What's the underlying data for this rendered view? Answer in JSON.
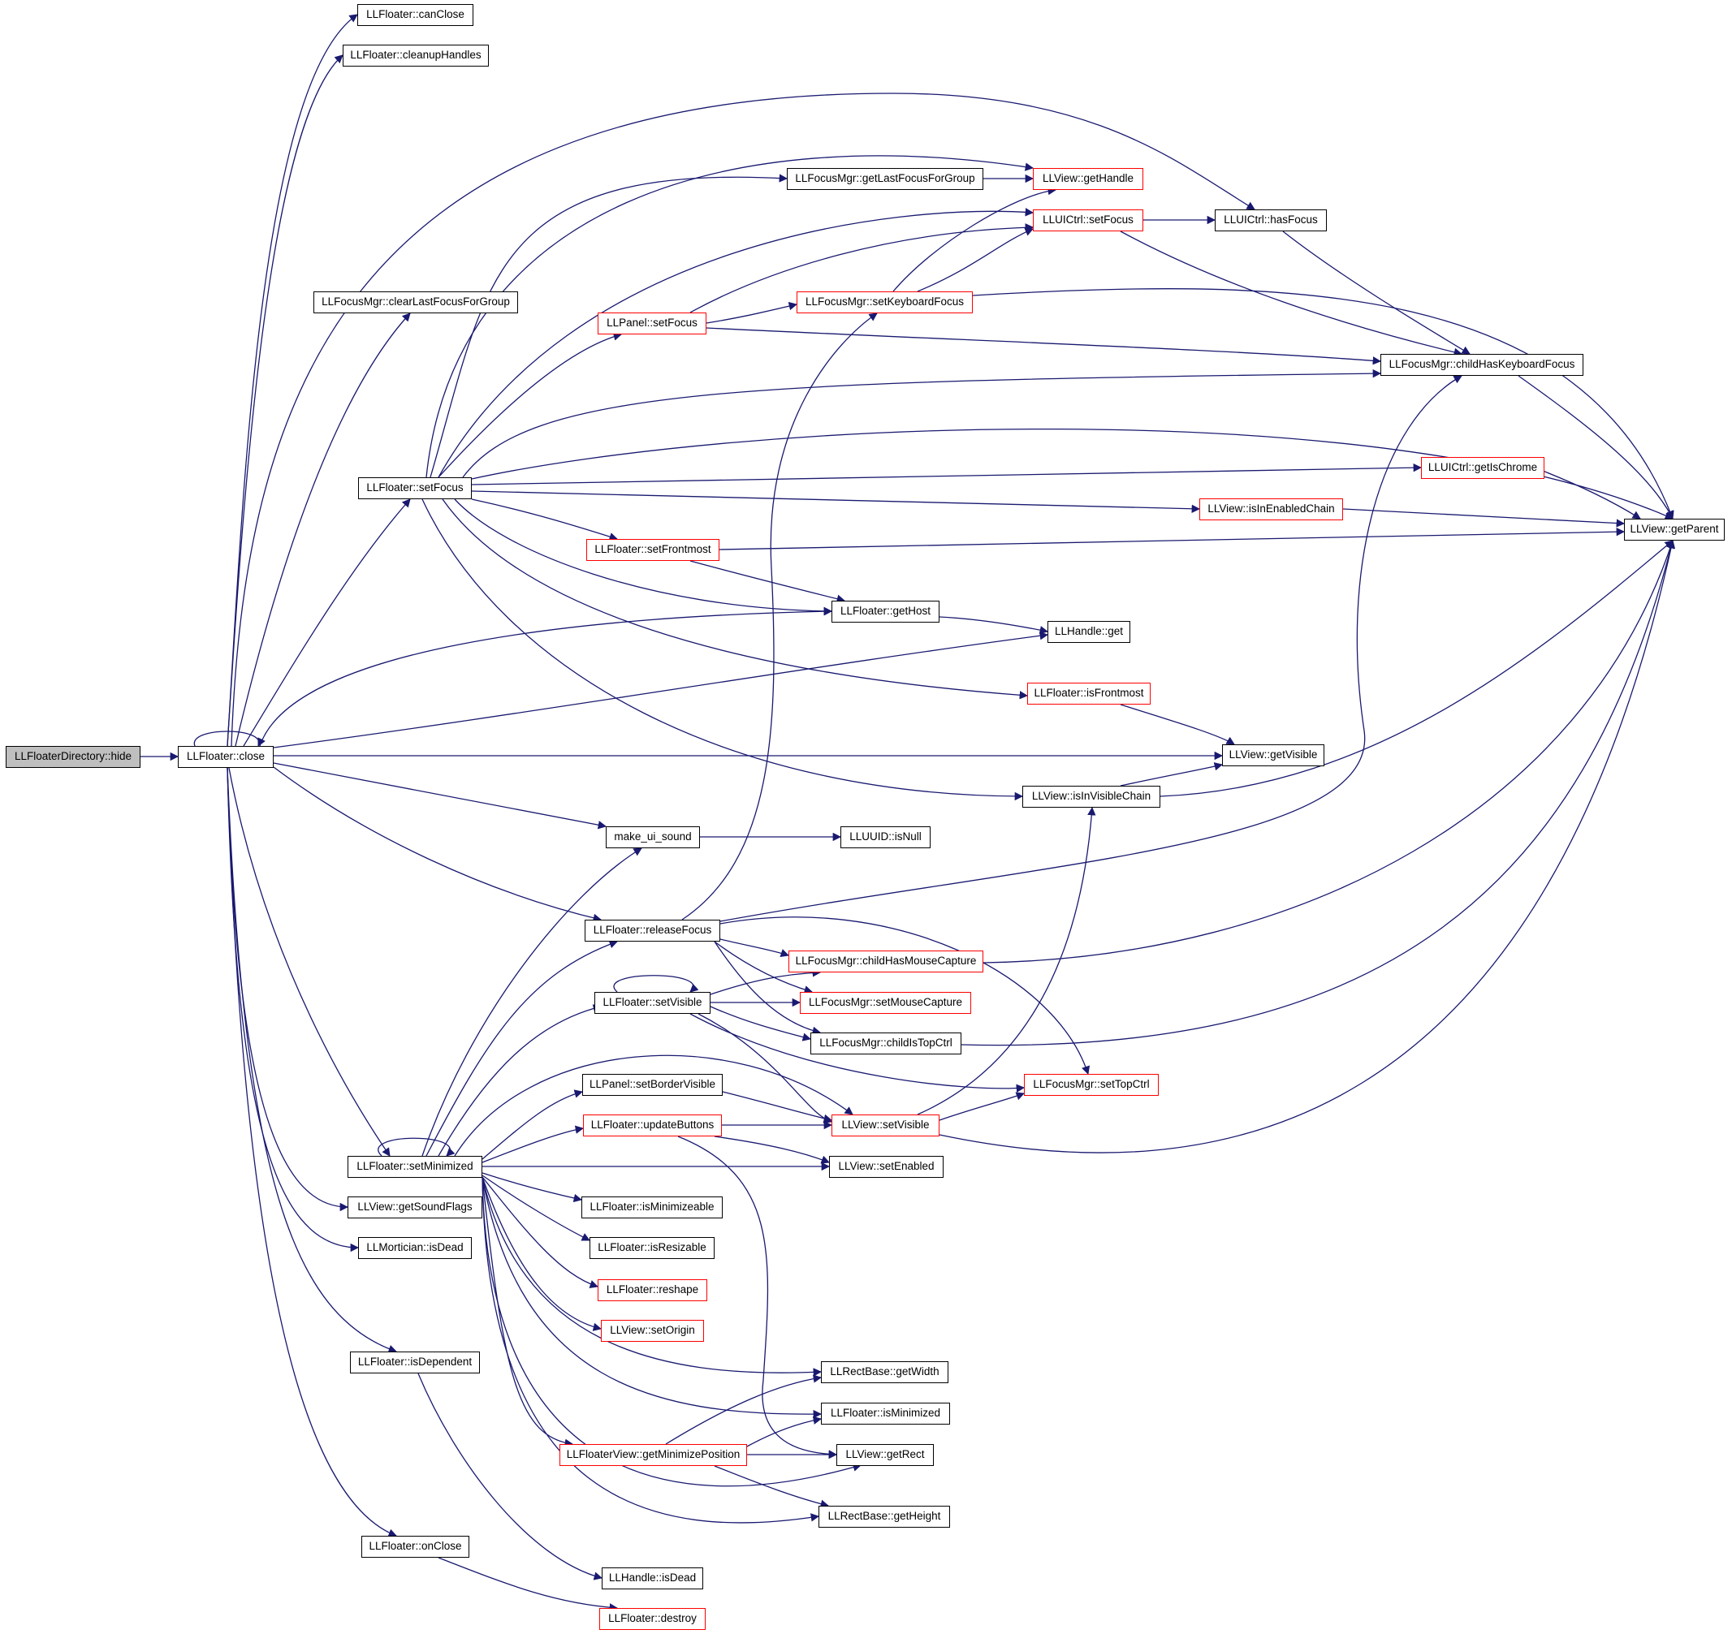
{
  "colors": {
    "edge": "#191970",
    "node_border": "#000000",
    "truncated_border": "#ff0000",
    "root_fill": "#bfbfbf"
  },
  "nodes": {
    "root": "LLFloaterDirectory::hide",
    "close": "LLFloater::close",
    "canClose": "LLFloater::canClose",
    "cleanupHandles": "LLFloater::cleanupHandles",
    "clearLastFocusForGroup": "LLFocusMgr::clearLastFocusForGroup",
    "floaterSetFocus": "LLFloater::setFocus",
    "setMinimized": "LLFloater::setMinimized",
    "getSoundFlags": "LLView::getSoundFlags",
    "morticianIsDead": "LLMortician::isDead",
    "isDependent": "LLFloater::isDependent",
    "onClose": "LLFloater::onClose",
    "getLastFocusForGroup": "LLFocusMgr::getLastFocusForGroup",
    "panelSetFocus": "LLPanel::setFocus",
    "setFrontmost": "LLFloater::setFrontmost",
    "makeUiSound": "make_ui_sound",
    "releaseFocus": "LLFloater::releaseFocus",
    "floaterSetVisible": "LLFloater::setVisible",
    "setBorderVisible": "LLPanel::setBorderVisible",
    "updateButtons": "LLFloater::updateButtons",
    "isMinimizeable": "LLFloater::isMinimizeable",
    "isResizable": "LLFloater::isResizable",
    "reshape": "LLFloater::reshape",
    "setOrigin": "LLView::setOrigin",
    "getMinimizePosition": "LLFloaterView::getMinimizePosition",
    "handleIsDead": "LLHandle::isDead",
    "destroy": "LLFloater::destroy",
    "getHandle": "LLView::getHandle",
    "uictrlSetFocus": "LLUICtrl::setFocus",
    "setKeyboardFocus": "LLFocusMgr::setKeyboardFocus",
    "getHost": "LLFloater::getHost",
    "handleGet": "LLHandle::get",
    "isFrontmost": "LLFloater::isFrontmost",
    "isInVisibleChain": "LLView::isInVisibleChain",
    "isNull": "LLUUID::isNull",
    "childHasMouseCapture": "LLFocusMgr::childHasMouseCapture",
    "setMouseCapture": "LLFocusMgr::setMouseCapture",
    "childIsTopCtrl": "LLFocusMgr::childIsTopCtrl",
    "setTopCtrl": "LLFocusMgr::setTopCtrl",
    "viewSetVisible": "LLView::setVisible",
    "setEnabled": "LLView::setEnabled",
    "getWidth": "LLRectBase::getWidth",
    "isMinimized": "LLFloater::isMinimized",
    "getRect": "LLView::getRect",
    "getHeight": "LLRectBase::getHeight",
    "hasFocus": "LLUICtrl::hasFocus",
    "childHasKeyboardFocus": "LLFocusMgr::childHasKeyboardFocus",
    "getIsChrome": "LLUICtrl::getIsChrome",
    "isInEnabledChain": "LLView::isInEnabledChain",
    "getVisible": "LLView::getVisible",
    "getParent": "LLView::getParent"
  }
}
